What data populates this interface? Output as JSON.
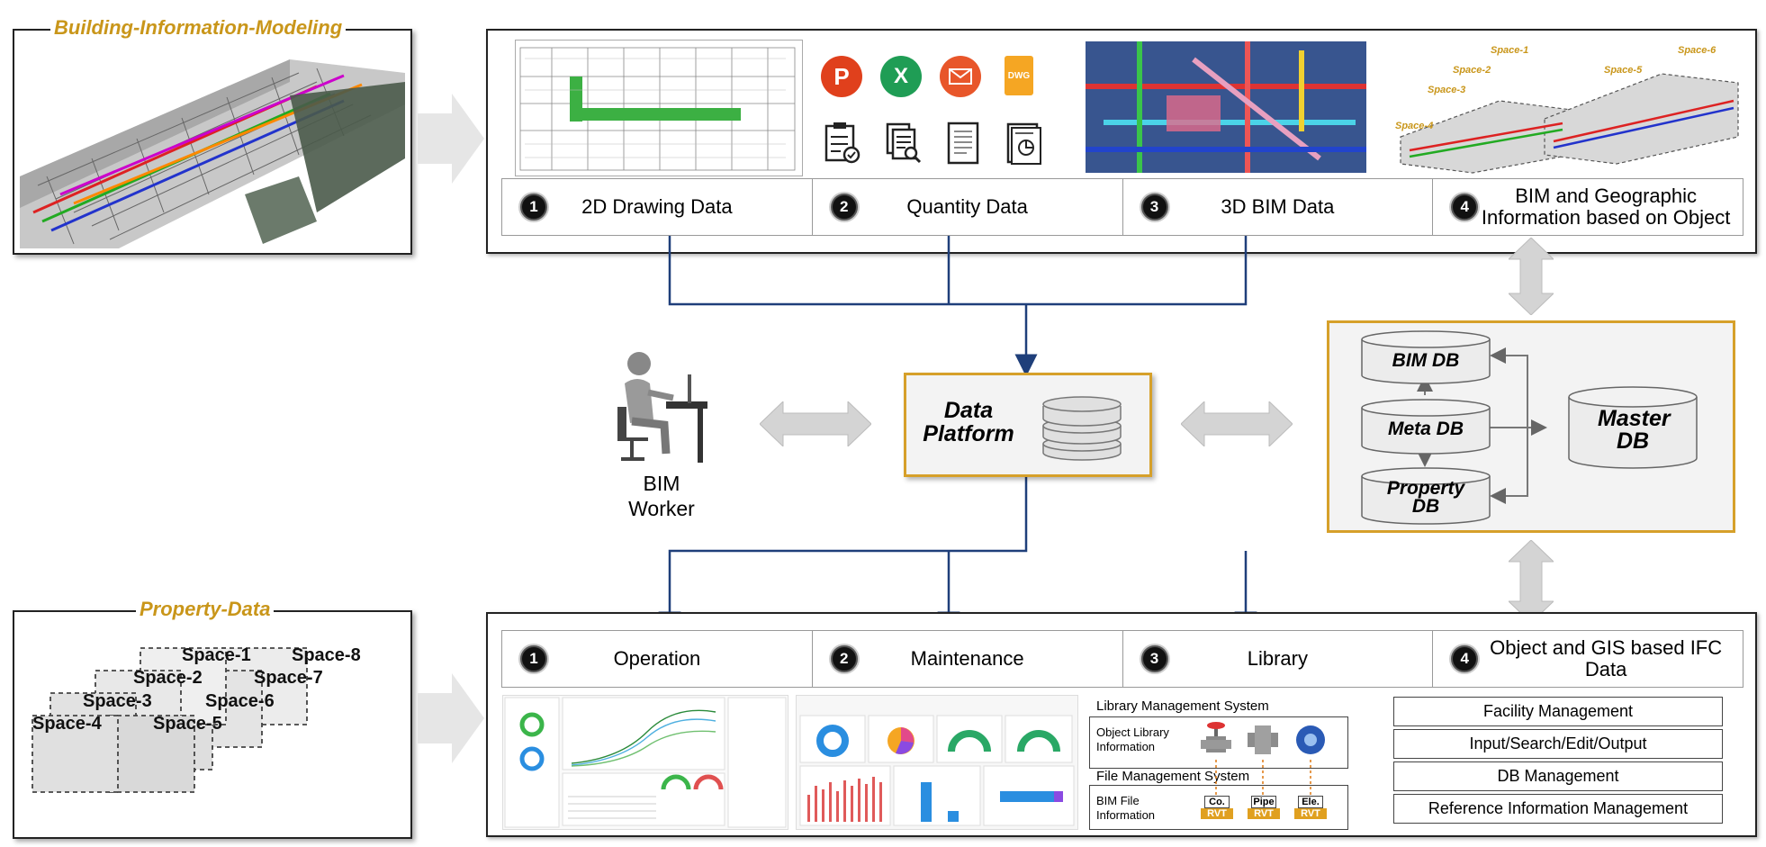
{
  "left_top": {
    "title": "Building-Information-Modeling"
  },
  "left_bottom": {
    "title": "Property-Data",
    "spaces": [
      "Space-1",
      "Space-2",
      "Space-3",
      "Space-4",
      "Space-5",
      "Space-6",
      "Space-7",
      "Space-8"
    ]
  },
  "top_panel": {
    "tabs": [
      {
        "num": "1",
        "label": "2D Drawing Data"
      },
      {
        "num": "2",
        "label": "Quantity Data"
      },
      {
        "num": "3",
        "label": "3D BIM Data"
      },
      {
        "num": "4",
        "label": "BIM and Geographic Information based on Object"
      }
    ],
    "file_icons": {
      "ppt": "P",
      "xls": "X",
      "dwg": "DWG"
    },
    "mini_space_labels": [
      "Space-1",
      "Space-2",
      "Space-3",
      "Space-4",
      "Space-5",
      "Space-6"
    ]
  },
  "worker": {
    "label": "BIM Worker"
  },
  "platform": {
    "label": "Data Platform"
  },
  "db_group": {
    "bim_db": "BIM DB",
    "meta_db": "Meta DB",
    "property_db": "Property DB",
    "master_db": "Master DB"
  },
  "bottom_panel": {
    "tabs": [
      {
        "num": "1",
        "label": "Operation"
      },
      {
        "num": "2",
        "label": "Maintenance"
      },
      {
        "num": "3",
        "label": "Library"
      },
      {
        "num": "4",
        "label": "Object and GIS based IFC Data"
      }
    ],
    "library": {
      "title": "Library Management System",
      "object_info": "Object Library Information",
      "file_title": "File Management System",
      "file_info": "BIM File Information",
      "rvt_tags": [
        "Co.",
        "Pipe",
        "Ele."
      ],
      "rvt_label": "RVT"
    },
    "functions": [
      "Facility Management",
      "Input/Search/Edit/Output",
      "DB Management",
      "Reference Information Management"
    ]
  },
  "colors": {
    "accent_gold": "#d6a02a",
    "title_gold": "#c9961a",
    "line_blue": "#1f3f7a",
    "arrow_grey": "#d4d4d4"
  }
}
